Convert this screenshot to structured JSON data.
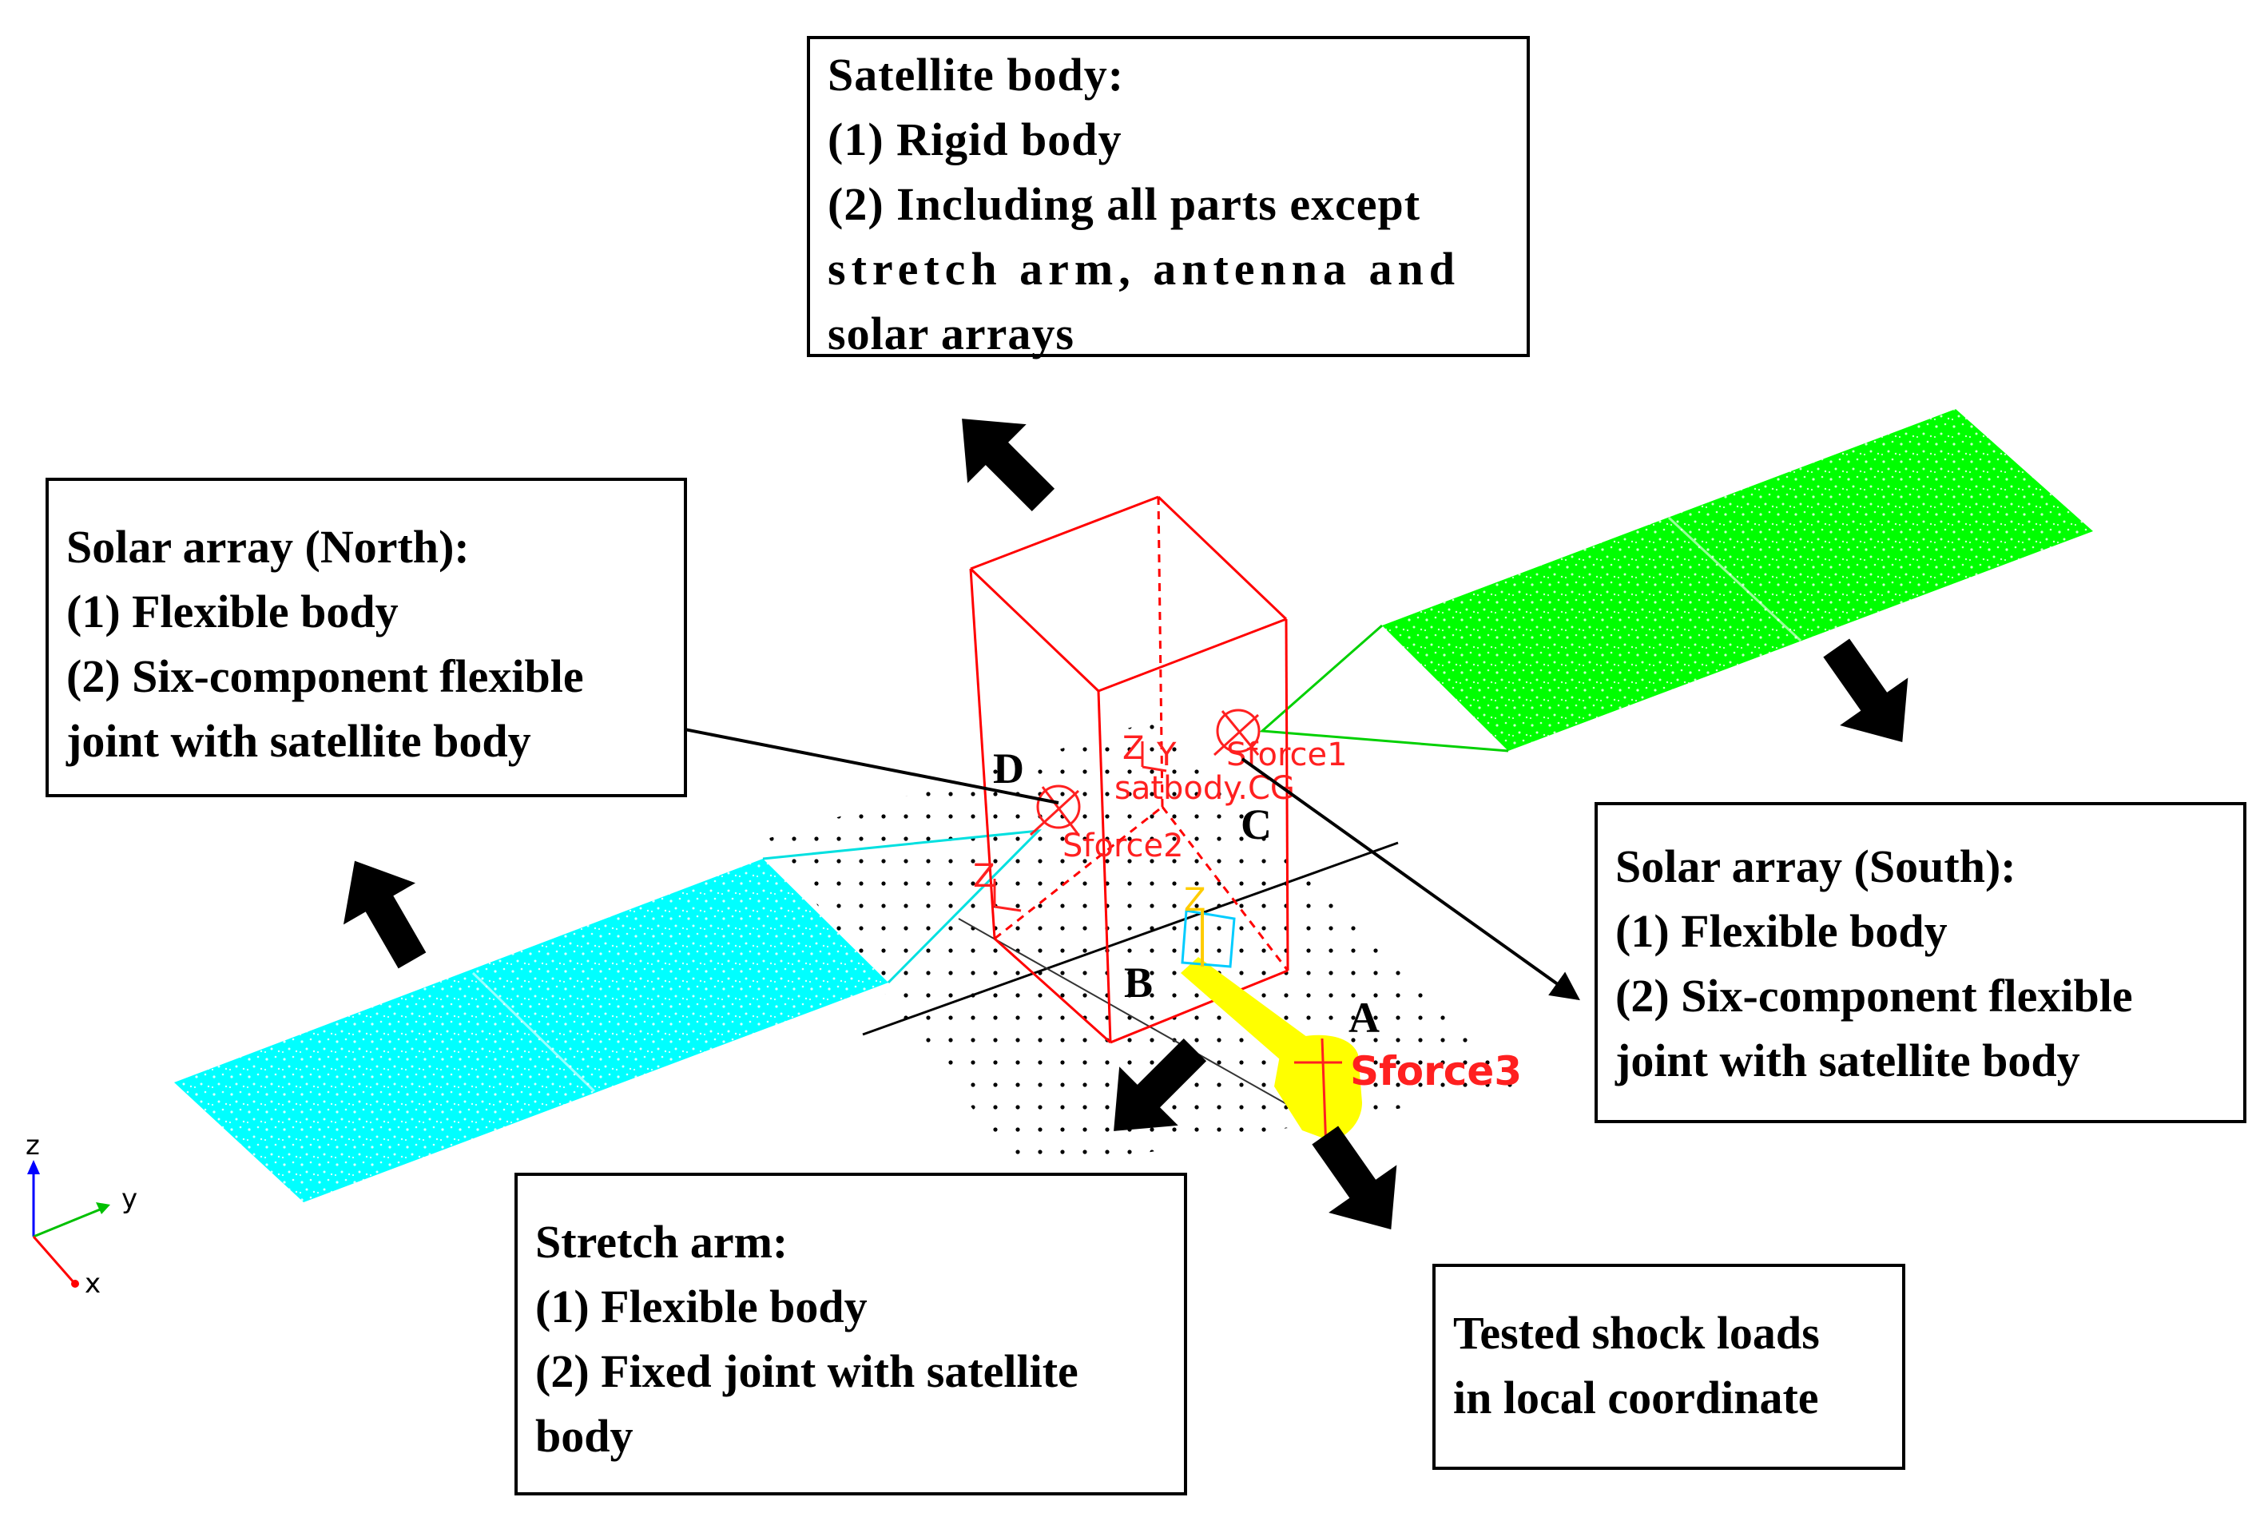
{
  "callouts": {
    "satellite_body": {
      "title": "Satellite body:",
      "items": [
        "(1) Rigid body",
        "(2) Including all parts except",
        "stretch arm, antenna and",
        "solar arrays"
      ]
    },
    "solar_north": {
      "title": "Solar array (North):",
      "items": [
        "(1) Flexible body",
        "(2) Six-component flexible",
        "joint with satellite body"
      ]
    },
    "solar_south": {
      "title": "Solar array (South):",
      "items": [
        "(1) Flexible body",
        "(2) Six-component flexible",
        "joint with satellite body"
      ]
    },
    "stretch_arm": {
      "title": "Stretch arm:",
      "items": [
        "(1) Flexible body",
        "(2) Fixed joint with satellite",
        "body"
      ]
    },
    "shock_loads": {
      "items": [
        "Tested shock loads",
        "in local coordinate"
      ]
    }
  },
  "points": {
    "a": "A",
    "b": "B",
    "c": "C",
    "d": "D"
  },
  "model_labels": {
    "sforce1": "Sforce1",
    "sforce2": "Sforce2",
    "sforce3": "Sforce3",
    "cg": "satbody.CG",
    "z": "Z",
    "y": "Y"
  },
  "axes": {
    "z": "z",
    "y": "y",
    "x": "x"
  },
  "colors": {
    "satellite_frame": "#ff0000",
    "solar_north": "#00ffff",
    "solar_south": "#00ff00",
    "stretch_arm": "#ffff00",
    "axis_z": "#0000ff",
    "axis_y": "#00c000",
    "axis_x": "#ff0000"
  }
}
